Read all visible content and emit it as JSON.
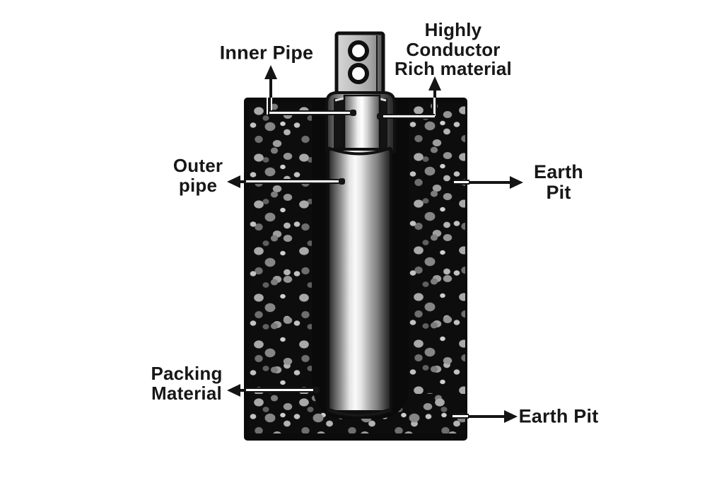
{
  "diagram": {
    "background_color": "#ffffff",
    "pit_color": "#0b0b0b",
    "label_color": "#171717",
    "pipe_highlight_color": "#ffffff",
    "pipe_shadow_color": "#1f1f1f",
    "stone_colors": [
      "#6e6e6e",
      "#949494",
      "#c2c2c2"
    ],
    "labels": {
      "inner_pipe": {
        "text": "Inner Pipe"
      },
      "highly_conductor": {
        "lines": [
          "Highly",
          "Conductor",
          "Rich material"
        ]
      },
      "outer_pipe": {
        "lines": [
          "Outer",
          "pipe"
        ]
      },
      "earth_pit_right": {
        "lines": [
          "Earth",
          "Pit"
        ]
      },
      "packing_material": {
        "lines": [
          "Packing",
          "Material"
        ]
      },
      "earth_pit_bottom": {
        "text": "Earth Pit"
      }
    }
  }
}
